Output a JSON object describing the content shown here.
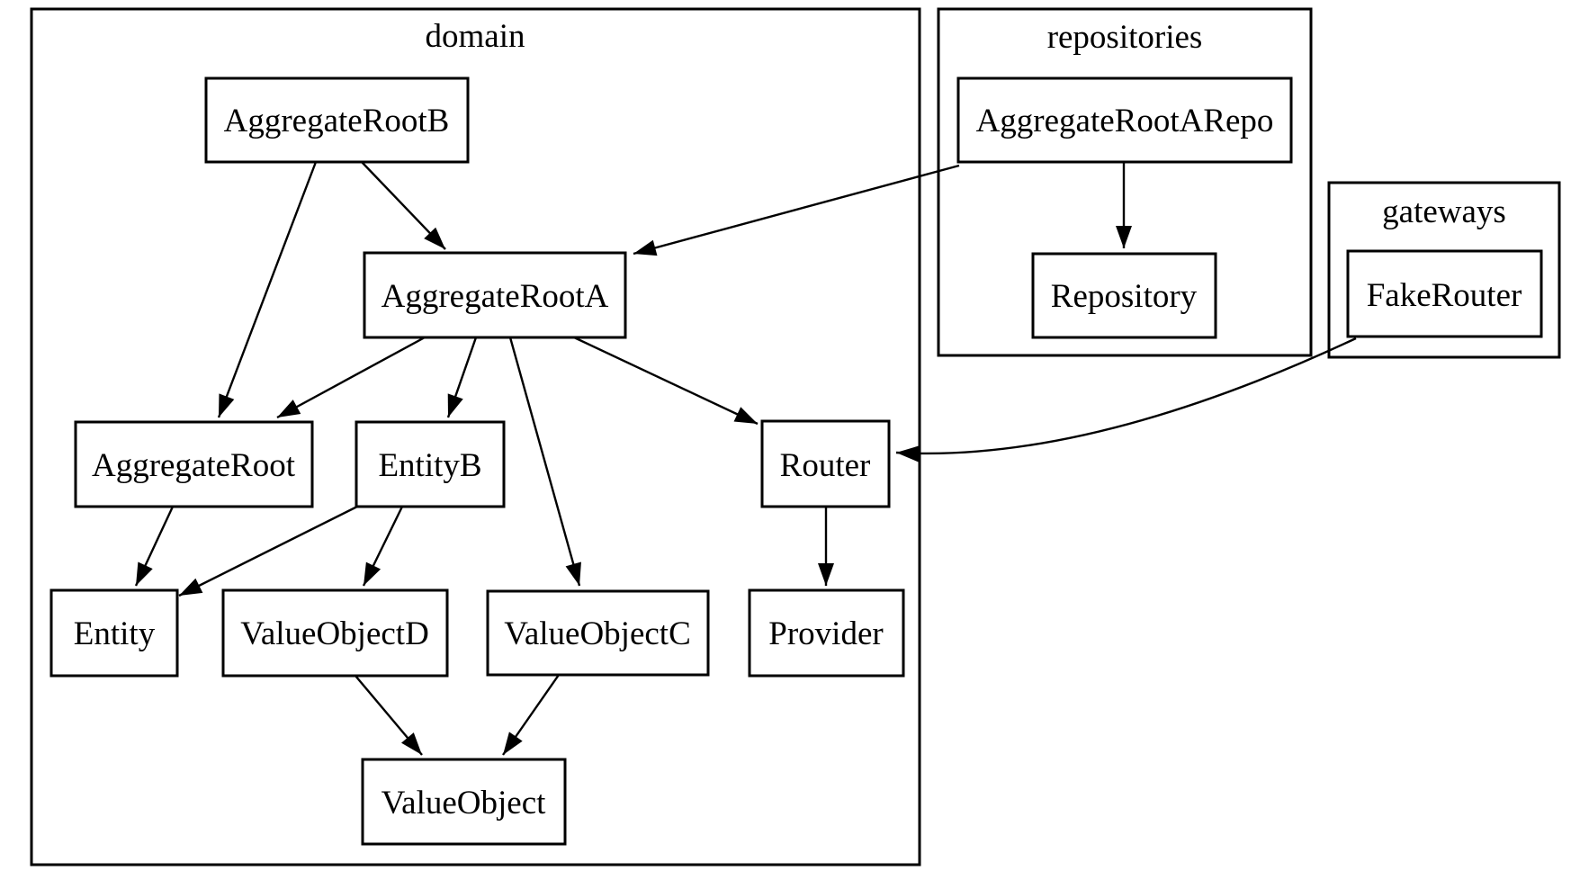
{
  "diagram": {
    "type": "dependency-graph",
    "colors": {
      "line": "#000000",
      "background": "#ffffff"
    },
    "clusters": {
      "domain": {
        "label": "domain"
      },
      "repositories": {
        "label": "repositories"
      },
      "gateways": {
        "label": "gateways"
      }
    },
    "nodes": {
      "aggregate_root_b": {
        "label": "AggregateRootB",
        "cluster": "domain"
      },
      "aggregate_root_a": {
        "label": "AggregateRootA",
        "cluster": "domain"
      },
      "aggregate_root": {
        "label": "AggregateRoot",
        "cluster": "domain"
      },
      "entity_b": {
        "label": "EntityB",
        "cluster": "domain"
      },
      "entity": {
        "label": "Entity",
        "cluster": "domain"
      },
      "value_object_d": {
        "label": "ValueObjectD",
        "cluster": "domain"
      },
      "value_object_c": {
        "label": "ValueObjectC",
        "cluster": "domain"
      },
      "value_object": {
        "label": "ValueObject",
        "cluster": "domain"
      },
      "router": {
        "label": "Router",
        "cluster": "domain"
      },
      "provider": {
        "label": "Provider",
        "cluster": "domain"
      },
      "aggregate_root_a_repo": {
        "label": "AggregateRootARepo",
        "cluster": "repositories"
      },
      "repository": {
        "label": "Repository",
        "cluster": "repositories"
      },
      "fake_router": {
        "label": "FakeRouter",
        "cluster": "gateways"
      }
    },
    "edges": [
      {
        "from": "AggregateRootB",
        "to": "AggregateRootA"
      },
      {
        "from": "AggregateRootB",
        "to": "AggregateRoot"
      },
      {
        "from": "AggregateRootA",
        "to": "AggregateRoot"
      },
      {
        "from": "AggregateRootA",
        "to": "EntityB"
      },
      {
        "from": "AggregateRootA",
        "to": "ValueObjectC"
      },
      {
        "from": "AggregateRootA",
        "to": "Router"
      },
      {
        "from": "AggregateRoot",
        "to": "Entity"
      },
      {
        "from": "EntityB",
        "to": "Entity"
      },
      {
        "from": "EntityB",
        "to": "ValueObjectD"
      },
      {
        "from": "ValueObjectD",
        "to": "ValueObject"
      },
      {
        "from": "ValueObjectC",
        "to": "ValueObject"
      },
      {
        "from": "Router",
        "to": "Provider"
      },
      {
        "from": "AggregateRootARepo",
        "to": "AggregateRootA"
      },
      {
        "from": "AggregateRootARepo",
        "to": "Repository"
      },
      {
        "from": "FakeRouter",
        "to": "Router"
      }
    ]
  }
}
